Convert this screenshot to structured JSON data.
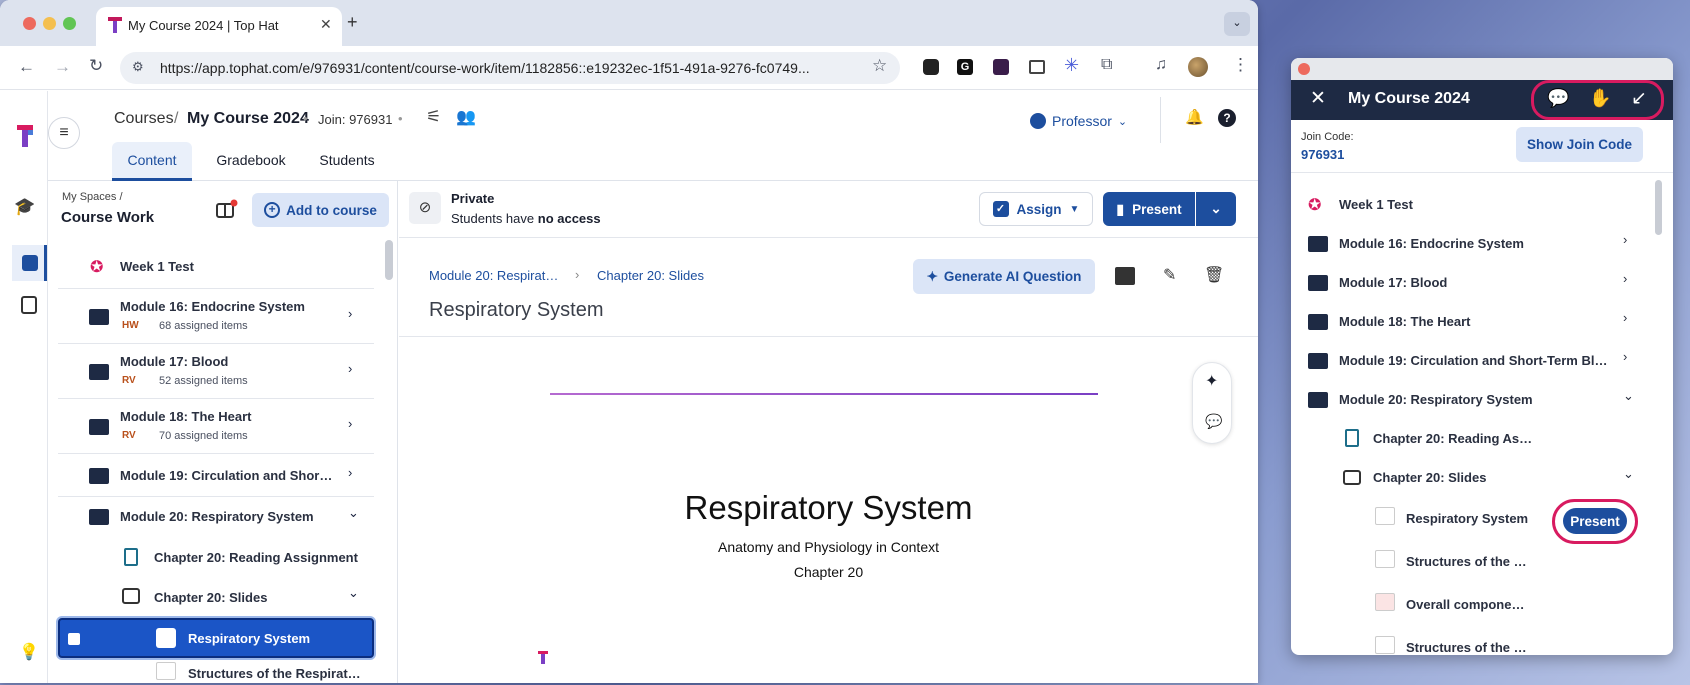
{
  "browser": {
    "tab_title": "My Course 2024 | Top Hat",
    "url": "https://app.tophat.com/e/976931/content/course-work/item/1182856::e19232ec-1f51-491a-9276-fc0749..."
  },
  "header": {
    "breadcrumb_courses": "Courses",
    "breadcrumb_sep": "/",
    "course_name": "My Course 2024",
    "join_label": "Join: 976931",
    "role": "Professor",
    "tabs": [
      "Content",
      "Gradebook",
      "Students"
    ]
  },
  "sidebar": {
    "crumb": "My Spaces /",
    "title": "Course Work",
    "add_button": "Add to course",
    "items": [
      {
        "title": "Week 1 Test"
      },
      {
        "title": "Module 16: Endocrine System",
        "badge": "HW",
        "meta": "68 assigned items"
      },
      {
        "title": "Module 17: Blood",
        "badge": "RV",
        "meta": "52 assigned items"
      },
      {
        "title": "Module 18: The Heart",
        "badge": "RV",
        "meta": "70 assigned items"
      },
      {
        "title": "Module 19: Circulation and Shor…"
      },
      {
        "title": "Module 20: Respiratory System"
      },
      {
        "title": "Chapter 20: Reading Assignment"
      },
      {
        "title": "Chapter 20: Slides"
      },
      {
        "title": "Respiratory System"
      },
      {
        "title": "Structures of the Respirat…"
      }
    ]
  },
  "toolbar": {
    "visibility_title": "Private",
    "visibility_sub_prefix": "Students have",
    "visibility_sub_bold": "no access",
    "assign": "Assign",
    "present": "Present"
  },
  "content": {
    "crumb_module": "Module 20: Respirat…",
    "crumb_chapter": "Chapter 20: Slides",
    "generate_button": "Generate AI Question",
    "page_title": "Respiratory System",
    "slide_title": "Respiratory System",
    "slide_subtitle": "Anatomy and Physiology in Context",
    "slide_chapter": "Chapter 20"
  },
  "popup": {
    "title": "My Course 2024",
    "join_code_label": "Join Code:",
    "join_code_value": "976931",
    "show_join_code": "Show Join Code",
    "items": [
      {
        "title": "Week 1 Test"
      },
      {
        "title": "Module 16: Endocrine System"
      },
      {
        "title": "Module 17: Blood"
      },
      {
        "title": "Module 18: The Heart"
      },
      {
        "title": "Module 19: Circulation and Short-Term Bl…"
      },
      {
        "title": "Module 20: Respiratory System"
      },
      {
        "title": "Chapter 20: Reading As…"
      },
      {
        "title": "Chapter 20: Slides"
      },
      {
        "title": "Respiratory System"
      },
      {
        "title": "Structures of the …"
      },
      {
        "title": "Overall compone…"
      },
      {
        "title": "Structures of the …"
      }
    ],
    "present_button": "Present"
  },
  "colors": {
    "primary": "#1d4e9e",
    "selected": "#1b55c6",
    "highlight_ring": "#d81b60",
    "popup_header": "#1e2a44"
  }
}
